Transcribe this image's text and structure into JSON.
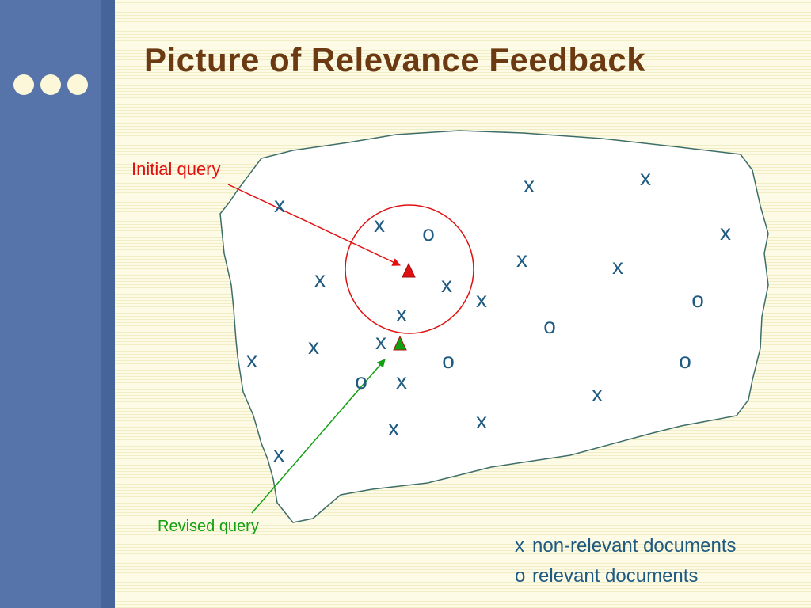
{
  "slide": {
    "title": "Picture of Relevance Feedback"
  },
  "diagram": {
    "labels": {
      "initial_query": "Initial query",
      "revised_query": "Revised query"
    },
    "symbols": {
      "non_relevant": "x",
      "relevant": "o"
    },
    "documents": [
      {
        "kind": "non_relevant"
      },
      {
        "kind": "non_relevant"
      },
      {
        "kind": "non_relevant"
      },
      {
        "kind": "non_relevant"
      },
      {
        "kind": "relevant"
      },
      {
        "kind": "non_relevant"
      },
      {
        "kind": "non_relevant"
      },
      {
        "kind": "non_relevant"
      },
      {
        "kind": "non_relevant"
      },
      {
        "kind": "non_relevant"
      },
      {
        "kind": "non_relevant"
      },
      {
        "kind": "relevant"
      },
      {
        "kind": "non_relevant"
      },
      {
        "kind": "relevant"
      },
      {
        "kind": "non_relevant"
      },
      {
        "kind": "non_relevant"
      },
      {
        "kind": "non_relevant"
      },
      {
        "kind": "relevant"
      },
      {
        "kind": "relevant"
      },
      {
        "kind": "relevant"
      },
      {
        "kind": "non_relevant"
      },
      {
        "kind": "non_relevant"
      },
      {
        "kind": "non_relevant"
      },
      {
        "kind": "non_relevant"
      },
      {
        "kind": "non_relevant"
      }
    ],
    "colors": {
      "initial_query": "#e01010",
      "revised_query": "#10a010",
      "document_text": "#1f5a80",
      "boundary": "#3e6e6a",
      "title": "#6b3a12"
    }
  },
  "legend": {
    "items": [
      {
        "symbol": "x",
        "label": "non-relevant documents"
      },
      {
        "symbol": "o",
        "label": "relevant documents"
      }
    ]
  }
}
